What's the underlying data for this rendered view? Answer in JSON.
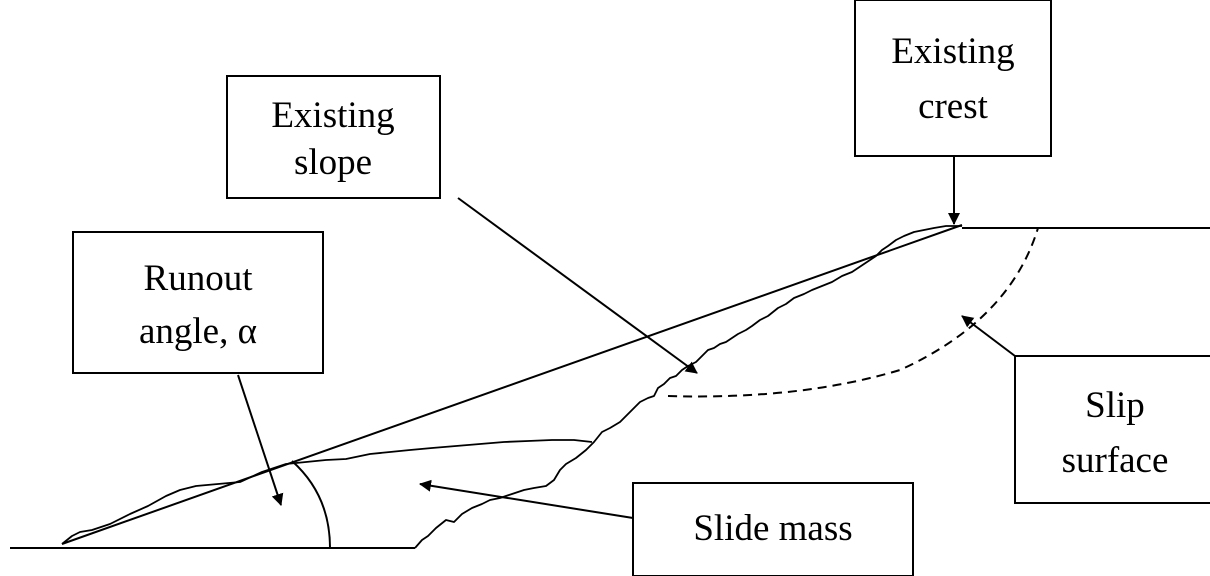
{
  "labels": {
    "existing_slope": [
      "Existing",
      "slope"
    ],
    "existing_crest": [
      "Existing",
      "crest"
    ],
    "runout_angle": [
      "Runout",
      "angle, α"
    ],
    "slip_surface": [
      "Slip",
      "surface"
    ],
    "slide_mass": "Slide mass"
  }
}
